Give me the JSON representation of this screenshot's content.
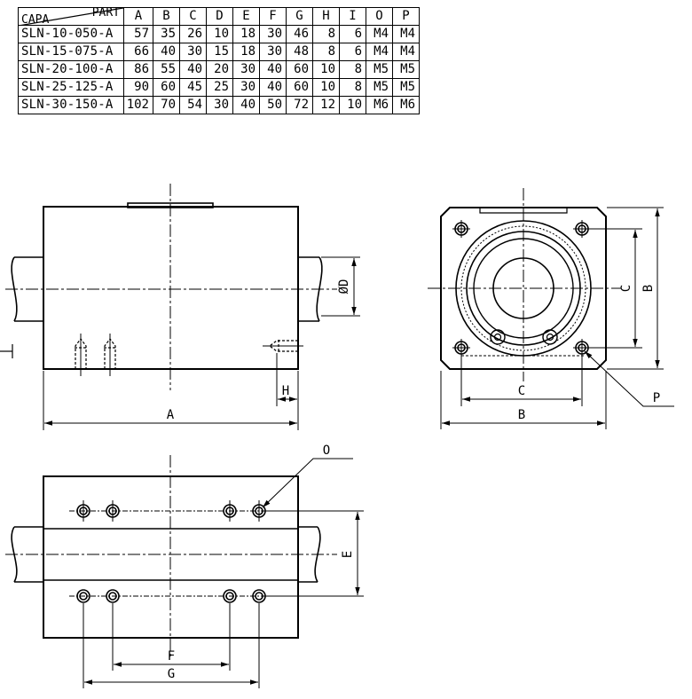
{
  "table": {
    "corner_top": "PART",
    "corner_bottom": "CAPA",
    "columns": [
      "A",
      "B",
      "C",
      "D",
      "E",
      "F",
      "G",
      "H",
      "I",
      "O",
      "P"
    ],
    "rows": [
      {
        "model": "SLN-10-050-A",
        "values": [
          "57",
          "35",
          "26",
          "10",
          "18",
          "30",
          "46",
          "8",
          "6",
          "M4",
          "M4"
        ]
      },
      {
        "model": "SLN-15-075-A",
        "values": [
          "66",
          "40",
          "30",
          "15",
          "18",
          "30",
          "48",
          "8",
          "6",
          "M4",
          "M4"
        ]
      },
      {
        "model": "SLN-20-100-A",
        "values": [
          "86",
          "55",
          "40",
          "20",
          "30",
          "40",
          "60",
          "10",
          "8",
          "M5",
          "M5"
        ]
      },
      {
        "model": "SLN-25-125-A",
        "values": [
          "90",
          "60",
          "45",
          "25",
          "30",
          "40",
          "60",
          "10",
          "8",
          "M5",
          "M5"
        ]
      },
      {
        "model": "SLN-30-150-A",
        "values": [
          "102",
          "70",
          "54",
          "30",
          "40",
          "50",
          "72",
          "12",
          "10",
          "M6",
          "M6"
        ]
      }
    ]
  },
  "labels": {
    "dim_a": "A",
    "dim_b": "B",
    "dim_c_front": "C",
    "dim_c_side": "C",
    "dim_b_side": "B",
    "dim_d": "ØD",
    "dim_h": "H",
    "dim_p": "P",
    "dim_o": "O",
    "dim_e": "E",
    "dim_f": "F",
    "dim_g": "G"
  }
}
